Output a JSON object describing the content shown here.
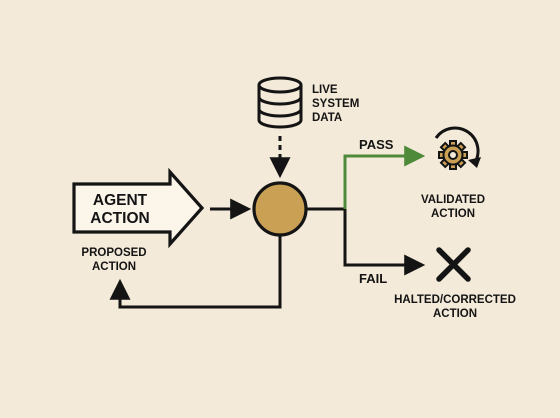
{
  "nodes": {
    "agent_action": {
      "line1": "AGENT",
      "line2": "ACTION"
    },
    "proposed_action": {
      "line1": "PROPOSED",
      "line2": "ACTION"
    },
    "live_system_data": {
      "line1": "LIVE",
      "line2": "SYSTEM",
      "line3": "DATA",
      "icon": "database-icon"
    },
    "validator": {
      "icon": "check-node"
    },
    "validated_action": {
      "line1": "VALIDATED",
      "line2": "ACTION",
      "icon": "gear-refresh-icon"
    },
    "halted_action": {
      "line1": "HALTED/CORRECTED",
      "line2": "ACTION",
      "icon": "x-icon"
    }
  },
  "edges": {
    "pass_label": "PASS",
    "fail_label": "FAIL"
  },
  "colors": {
    "background": "#f3ead9",
    "node_fill": "#c9a054",
    "pass": "#4f8a3a",
    "stroke": "#141414"
  }
}
